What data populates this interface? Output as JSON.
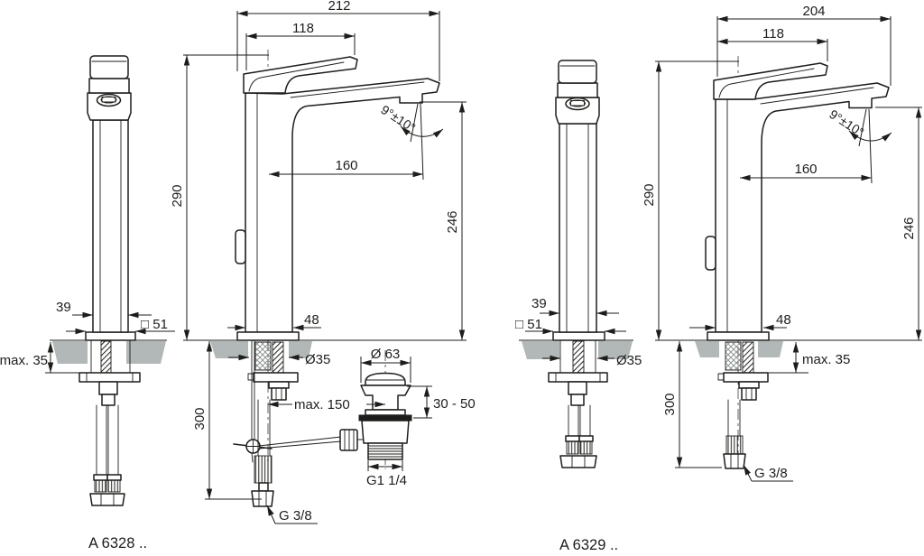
{
  "drawing": {
    "type": "technical-dimension-drawing",
    "line_color": "#1d1d1b",
    "deck_color": "#b2b7b7",
    "background": "#ffffff"
  },
  "left": {
    "model": "A 6328 ..",
    "dims": {
      "total_width": "212",
      "handle_width": "118",
      "height": "290",
      "spout_height": "246",
      "spout_reach": "160",
      "spout_angle": "9°±10°",
      "body_depth": "39",
      "base_square": "□ 51",
      "base_width": "48",
      "deck_thickness": "max. 35",
      "hole_diameter": "Ø35",
      "hose_length": "300",
      "rod_length": "max. 150",
      "waste_diameter": "Ø 63",
      "waste_height": "30 - 50",
      "waste_thread": "G1 1/4",
      "hose_thread": "G 3/8"
    }
  },
  "right": {
    "model": "A 6329 ..",
    "dims": {
      "total_width": "204",
      "handle_width": "118",
      "height": "290",
      "spout_height": "246",
      "spout_reach": "160",
      "spout_angle": "9°±10°",
      "body_depth": "39",
      "base_square": "□ 51",
      "base_width": "48",
      "deck_thickness": "max. 35",
      "hole_diameter": "Ø35",
      "hose_length": "300",
      "hose_thread": "G 3/8"
    }
  }
}
